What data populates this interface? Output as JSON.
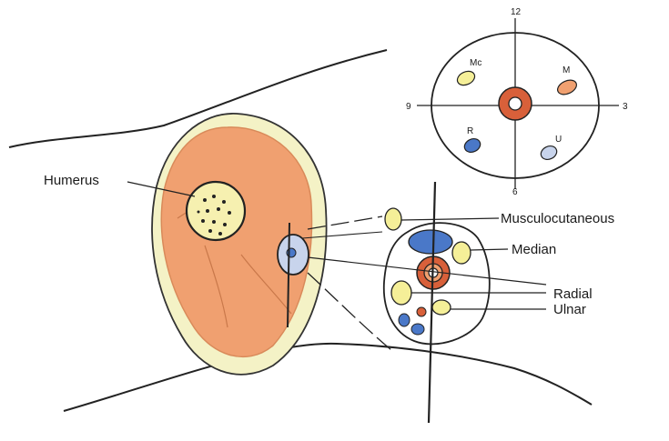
{
  "labels": {
    "humerus": "Humerus",
    "musculocutaneous": "Musculocutaneous",
    "median": "Median",
    "radial": "Radial",
    "ulnar": "Ulnar"
  },
  "clock": {
    "twelve": "12",
    "three": "3",
    "six": "6",
    "nine": "9",
    "mc": "Mc",
    "m": "M",
    "r": "R",
    "u": "U"
  },
  "colors": {
    "muscle": "#f0a070",
    "muscle_edge": "#d98a5a",
    "fat": "#f4f2c6",
    "nerve_yellow": "#f5ef98",
    "vein_blue": "#4a78c8",
    "artery_red": "#d8603a",
    "outline": "#1a1a1a"
  }
}
